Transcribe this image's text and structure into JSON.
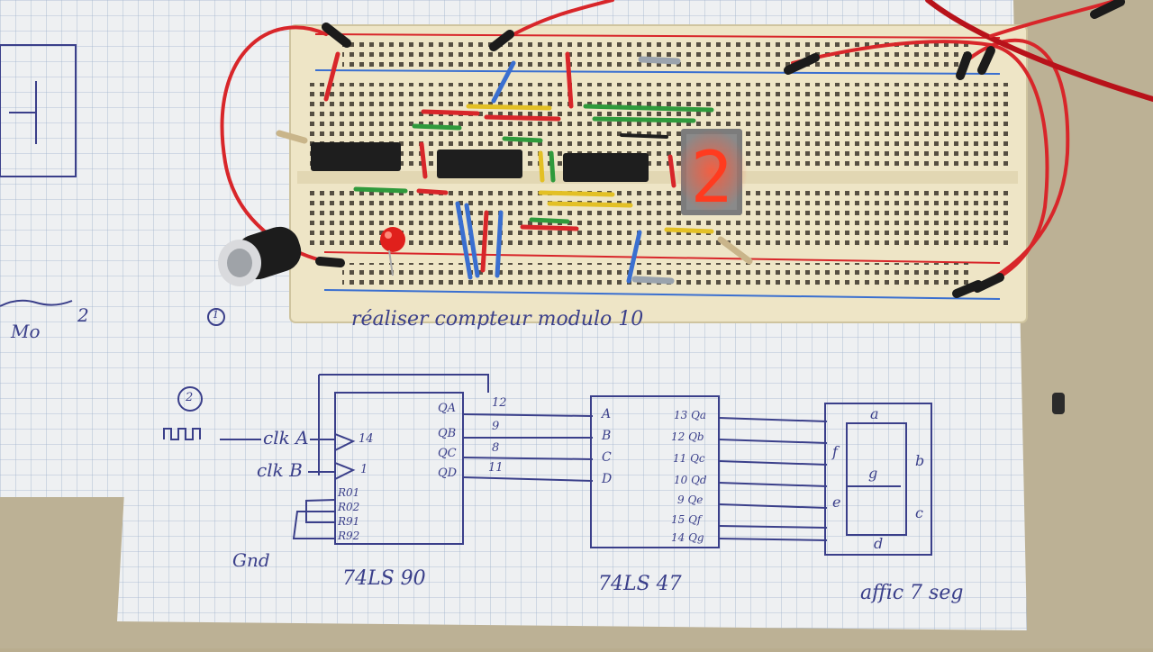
{
  "photo": {
    "description_free": true,
    "display": {
      "digit": "2",
      "segment_color": "#ff3b1f"
    },
    "notes": {
      "caption": "réaliser compteur modulo 10",
      "clock_label": "clk A",
      "clock_b_label": "clk B",
      "gnd_label": "Gnd",
      "chip1_label": "74LS 90",
      "chip2_label": "74LS 47",
      "display_label": "affic 7 seg",
      "counter_pins": {
        "clka_pin": "14",
        "clkb_pin": "1",
        "r01": "R01",
        "r02": "R02",
        "r91": "R91",
        "r92": "R92",
        "qa": "QA",
        "qb": "QB",
        "qc": "QC",
        "qd": "QD",
        "qa_pin": "12",
        "qb_pin": "9",
        "qc_pin": "8",
        "qd_pin": "11"
      },
      "decoder_pins": {
        "in_a": "A",
        "in_b": "B",
        "in_c": "C",
        "in_d": "D",
        "out_a": "13 Qa",
        "out_b": "12 Qb",
        "out_c": "11 Qc",
        "out_d": "10 Qd",
        "out_e": "9 Qe",
        "out_f": "15 Qf",
        "out_g": "14 Qg"
      },
      "segments": {
        "a": "a",
        "b": "b",
        "c": "c",
        "d": "d",
        "e": "e",
        "f": "f",
        "g": "g"
      },
      "left_sheet_text": "Mo",
      "left_sheet_num": "2",
      "circle_1": "1",
      "circle_2": "2"
    },
    "colors": {
      "breadboard": "#eee5c6",
      "paper": "#eef0f2",
      "ink": "#3a3f8a",
      "wire_red": "#d8262a",
      "wire_blue": "#3a6fd0",
      "wire_green": "#2f9a3c",
      "wire_yellow": "#e3c025"
    }
  }
}
